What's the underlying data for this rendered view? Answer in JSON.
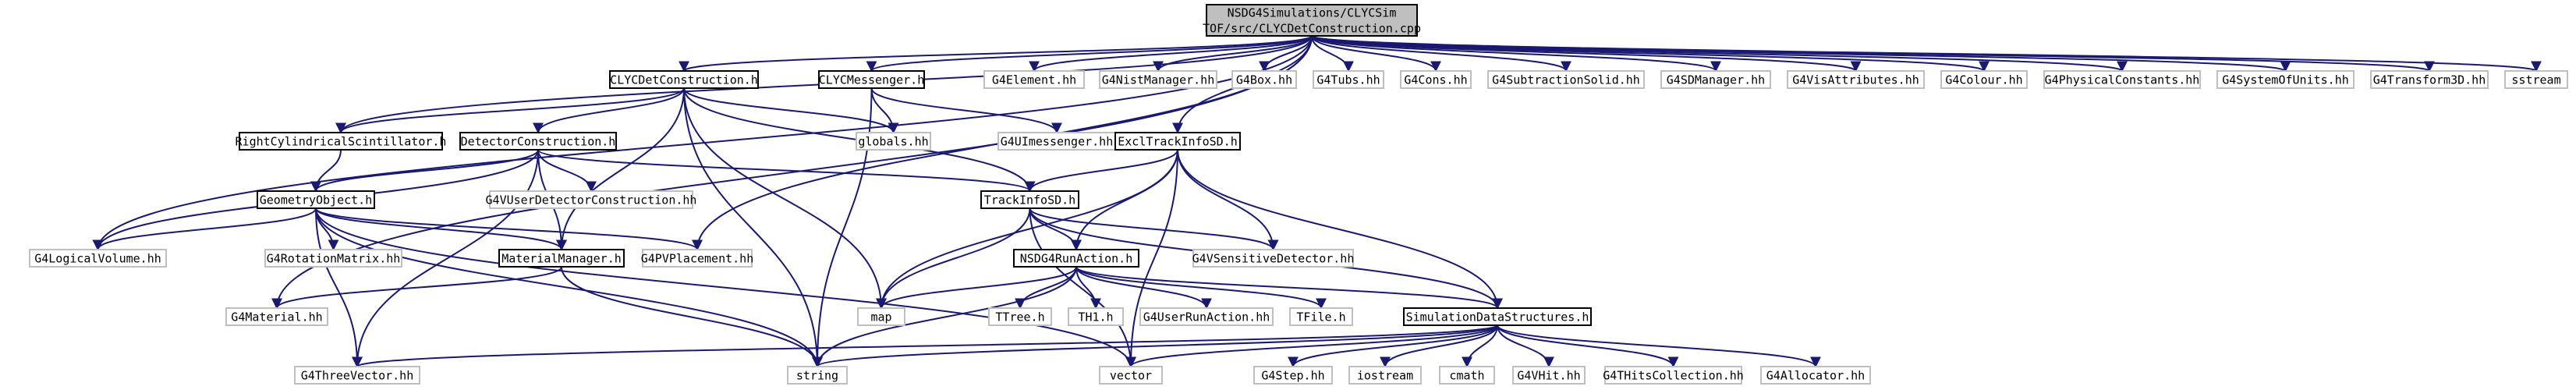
{
  "graph": {
    "title": "",
    "edge_color": "#191970",
    "node_colors": {
      "root_fill": "#bfbfbf",
      "documented_border": "#000000",
      "external_border": "#bfbfbf"
    },
    "nodes": [
      {
        "id": "root",
        "lines": [
          "NSDG4Simulations/CLYCSim",
          "TOF/src/CLYCDetConstruction.cpp"
        ],
        "kind": "root"
      },
      {
        "id": "clycdet",
        "lines": [
          "CLYCDetConstruction.h"
        ],
        "kind": "doc"
      },
      {
        "id": "clycmsg",
        "lines": [
          "CLYCMessenger.h"
        ],
        "kind": "doc"
      },
      {
        "id": "g4element",
        "lines": [
          "G4Element.hh"
        ],
        "kind": "ext"
      },
      {
        "id": "g4nist",
        "lines": [
          "G4NistManager.hh"
        ],
        "kind": "ext"
      },
      {
        "id": "g4box",
        "lines": [
          "G4Box.hh"
        ],
        "kind": "ext"
      },
      {
        "id": "g4tubs",
        "lines": [
          "G4Tubs.hh"
        ],
        "kind": "ext"
      },
      {
        "id": "g4cons",
        "lines": [
          "G4Cons.hh"
        ],
        "kind": "ext"
      },
      {
        "id": "g4subsolid",
        "lines": [
          "G4SubtractionSolid.hh"
        ],
        "kind": "ext"
      },
      {
        "id": "g4sdman",
        "lines": [
          "G4SDManager.hh"
        ],
        "kind": "ext"
      },
      {
        "id": "g4visattr",
        "lines": [
          "G4VisAttributes.hh"
        ],
        "kind": "ext"
      },
      {
        "id": "g4colour",
        "lines": [
          "G4Colour.hh"
        ],
        "kind": "ext"
      },
      {
        "id": "g4physconst",
        "lines": [
          "G4PhysicalConstants.hh"
        ],
        "kind": "ext"
      },
      {
        "id": "g4sysunits",
        "lines": [
          "G4SystemOfUnits.hh"
        ],
        "kind": "ext"
      },
      {
        "id": "g4transform",
        "lines": [
          "G4Transform3D.hh"
        ],
        "kind": "ext"
      },
      {
        "id": "sstream",
        "lines": [
          "sstream"
        ],
        "kind": "ext"
      },
      {
        "id": "rightcyl",
        "lines": [
          "RightCylindricalScintillator.h"
        ],
        "kind": "doc"
      },
      {
        "id": "detcon",
        "lines": [
          "DetectorConstruction.h"
        ],
        "kind": "doc"
      },
      {
        "id": "globals",
        "lines": [
          "globals.hh"
        ],
        "kind": "ext"
      },
      {
        "id": "g4uimsg",
        "lines": [
          "G4UImessenger.hh"
        ],
        "kind": "ext"
      },
      {
        "id": "excltrack",
        "lines": [
          "ExclTrackInfoSD.h"
        ],
        "kind": "doc"
      },
      {
        "id": "geomobj",
        "lines": [
          "GeometryObject.h"
        ],
        "kind": "doc"
      },
      {
        "id": "g4vuserdet",
        "lines": [
          "G4VUserDetectorConstruction.hh"
        ],
        "kind": "ext"
      },
      {
        "id": "trackinfo",
        "lines": [
          "TrackInfoSD.h"
        ],
        "kind": "doc"
      },
      {
        "id": "g4logvol",
        "lines": [
          "G4LogicalVolume.hh"
        ],
        "kind": "ext"
      },
      {
        "id": "g4rotmat",
        "lines": [
          "G4RotationMatrix.hh"
        ],
        "kind": "ext"
      },
      {
        "id": "matman",
        "lines": [
          "MaterialManager.h"
        ],
        "kind": "doc"
      },
      {
        "id": "g4pvplace",
        "lines": [
          "G4PVPlacement.hh"
        ],
        "kind": "ext"
      },
      {
        "id": "nsdrun",
        "lines": [
          "NSDG4RunAction.h"
        ],
        "kind": "doc"
      },
      {
        "id": "g4vsens",
        "lines": [
          "G4VSensitiveDetector.hh"
        ],
        "kind": "ext"
      },
      {
        "id": "map",
        "lines": [
          "map"
        ],
        "kind": "ext"
      },
      {
        "id": "ttree",
        "lines": [
          "TTree.h"
        ],
        "kind": "ext"
      },
      {
        "id": "th1",
        "lines": [
          "TH1.h"
        ],
        "kind": "ext"
      },
      {
        "id": "g4userrun",
        "lines": [
          "G4UserRunAction.hh"
        ],
        "kind": "ext"
      },
      {
        "id": "tfile",
        "lines": [
          "TFile.h"
        ],
        "kind": "ext"
      },
      {
        "id": "simdata",
        "lines": [
          "SimulationDataStructures.h"
        ],
        "kind": "doc"
      },
      {
        "id": "g4material",
        "lines": [
          "G4Material.hh"
        ],
        "kind": "ext"
      },
      {
        "id": "g4threevec",
        "lines": [
          "G4ThreeVector.hh"
        ],
        "kind": "ext"
      },
      {
        "id": "string",
        "lines": [
          "string"
        ],
        "kind": "ext"
      },
      {
        "id": "vector",
        "lines": [
          "vector"
        ],
        "kind": "ext"
      },
      {
        "id": "g4step",
        "lines": [
          "G4Step.hh"
        ],
        "kind": "ext"
      },
      {
        "id": "iostream",
        "lines": [
          "iostream"
        ],
        "kind": "ext"
      },
      {
        "id": "cmath",
        "lines": [
          "cmath"
        ],
        "kind": "ext"
      },
      {
        "id": "g4vhit",
        "lines": [
          "G4VHit.hh"
        ],
        "kind": "ext"
      },
      {
        "id": "g4thits",
        "lines": [
          "G4THitsCollection.hh"
        ],
        "kind": "ext"
      },
      {
        "id": "g4alloc",
        "lines": [
          "G4Allocator.hh"
        ],
        "kind": "ext"
      }
    ],
    "edges": [
      [
        "root",
        "clycdet"
      ],
      [
        "root",
        "clycmsg"
      ],
      [
        "root",
        "g4element"
      ],
      [
        "root",
        "g4nist"
      ],
      [
        "root",
        "g4box"
      ],
      [
        "root",
        "g4tubs"
      ],
      [
        "root",
        "g4cons"
      ],
      [
        "root",
        "g4subsolid"
      ],
      [
        "root",
        "g4sdman"
      ],
      [
        "root",
        "g4visattr"
      ],
      [
        "root",
        "g4colour"
      ],
      [
        "root",
        "g4physconst"
      ],
      [
        "root",
        "g4sysunits"
      ],
      [
        "root",
        "g4transform"
      ],
      [
        "root",
        "sstream"
      ],
      [
        "root",
        "rightcyl"
      ],
      [
        "root",
        "excltrack"
      ],
      [
        "root",
        "g4logvol"
      ],
      [
        "root",
        "g4material"
      ],
      [
        "root",
        "g4pvplace"
      ],
      [
        "clycdet",
        "rightcyl"
      ],
      [
        "clycdet",
        "detcon"
      ],
      [
        "clycdet",
        "globals"
      ],
      [
        "clycdet",
        "trackinfo"
      ],
      [
        "clycdet",
        "matman"
      ],
      [
        "clycdet",
        "map"
      ],
      [
        "clycdet",
        "string"
      ],
      [
        "clycmsg",
        "globals"
      ],
      [
        "clycmsg",
        "g4uimsg"
      ],
      [
        "clycmsg",
        "string"
      ],
      [
        "rightcyl",
        "geomobj"
      ],
      [
        "detcon",
        "geomobj"
      ],
      [
        "detcon",
        "g4vuserdet"
      ],
      [
        "detcon",
        "g4logvol"
      ],
      [
        "detcon",
        "matman"
      ],
      [
        "detcon",
        "trackinfo"
      ],
      [
        "detcon",
        "g4threevec"
      ],
      [
        "excltrack",
        "trackinfo"
      ],
      [
        "excltrack",
        "nsdrun"
      ],
      [
        "excltrack",
        "g4vsens"
      ],
      [
        "excltrack",
        "simdata"
      ],
      [
        "excltrack",
        "map"
      ],
      [
        "excltrack",
        "vector"
      ],
      [
        "geomobj",
        "g4logvol"
      ],
      [
        "geomobj",
        "g4rotmat"
      ],
      [
        "geomobj",
        "matman"
      ],
      [
        "geomobj",
        "g4pvplace"
      ],
      [
        "geomobj",
        "g4threevec"
      ],
      [
        "geomobj",
        "string"
      ],
      [
        "geomobj",
        "vector"
      ],
      [
        "matman",
        "g4material"
      ],
      [
        "matman",
        "string"
      ],
      [
        "trackinfo",
        "nsdrun"
      ],
      [
        "trackinfo",
        "g4vsens"
      ],
      [
        "trackinfo",
        "simdata"
      ],
      [
        "trackinfo",
        "map"
      ],
      [
        "trackinfo",
        "vector"
      ],
      [
        "nsdrun",
        "map"
      ],
      [
        "nsdrun",
        "ttree"
      ],
      [
        "nsdrun",
        "th1"
      ],
      [
        "nsdrun",
        "g4userrun"
      ],
      [
        "nsdrun",
        "tfile"
      ],
      [
        "nsdrun",
        "simdata"
      ],
      [
        "nsdrun",
        "string"
      ],
      [
        "simdata",
        "g4threevec"
      ],
      [
        "simdata",
        "string"
      ],
      [
        "simdata",
        "vector"
      ],
      [
        "simdata",
        "g4step"
      ],
      [
        "simdata",
        "iostream"
      ],
      [
        "simdata",
        "cmath"
      ],
      [
        "simdata",
        "g4vhit"
      ],
      [
        "simdata",
        "g4thits"
      ],
      [
        "simdata",
        "g4alloc"
      ]
    ]
  }
}
